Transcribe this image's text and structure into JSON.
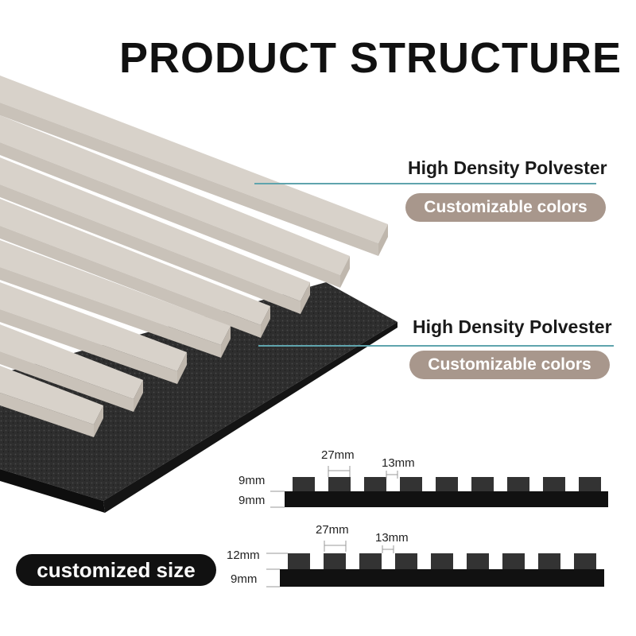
{
  "title": "PRODUCT STRUCTURE",
  "layers": [
    {
      "label": "High Density Polvester",
      "badge": "Customizable colors"
    },
    {
      "label": "High Density Polvester",
      "badge": "Customizable colors"
    }
  ],
  "size_label": "customized size",
  "diagrams": [
    {
      "slat_width": "27mm",
      "gap": "13mm",
      "slat_height": "9mm",
      "base_height": "9mm"
    },
    {
      "slat_width": "27mm",
      "gap": "13mm",
      "slat_height": "12mm",
      "base_height": "9mm"
    }
  ],
  "colors": {
    "slat": "#d8d2ca",
    "felt": "#2b2b2b",
    "badge": "#a8978c",
    "line": "#5fa4ad"
  }
}
